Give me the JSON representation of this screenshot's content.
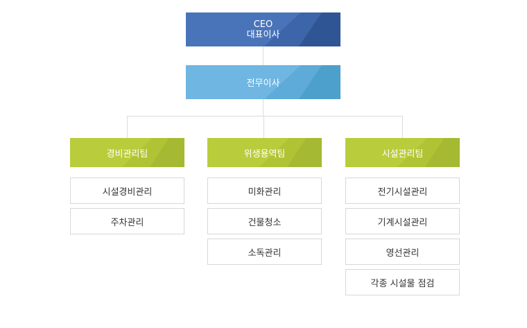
{
  "ceo": {
    "title": "CEO",
    "subtitle": "대표이사"
  },
  "director": {
    "label": "전무이사"
  },
  "teams": [
    {
      "name": "경비관리팀",
      "items": [
        "시설경비관리",
        "주차관리"
      ]
    },
    {
      "name": "위생용역팀",
      "items": [
        "미화관리",
        "건물청소",
        "소독관리"
      ]
    },
    {
      "name": "시설관리팀",
      "items": [
        "전기시설관리",
        "기계시설관리",
        "영선관리",
        "각종 시설물 점검"
      ]
    }
  ],
  "colors": {
    "ceo": "#4a74b9",
    "director": "#6fb6e2",
    "team": "#b9cc3b",
    "connector": "#dcdcdc"
  }
}
